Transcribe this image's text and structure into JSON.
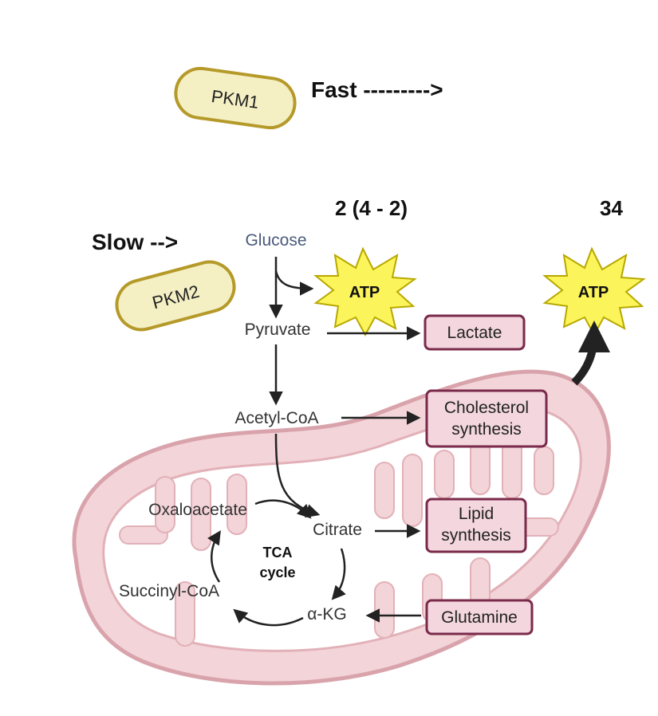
{
  "enzymes": {
    "pkm1": "PKM1",
    "pkm2": "PKM2",
    "pkm1_speed": "Fast --------->",
    "pkm2_speed": "Slow -->"
  },
  "atp": {
    "glycolysis_count": "2 (4 - 2)",
    "oxidative_count": "34",
    "label_left": "ATP",
    "label_right": "ATP"
  },
  "metabolites": {
    "glucose": "Glucose",
    "pyruvate": "Pyruvate",
    "acetyl_coa": "Acetyl-CoA",
    "oxaloacetate": "Oxaloacetate",
    "citrate": "Citrate",
    "succinyl_coa": "Succinyl-CoA",
    "akg": "α-KG",
    "tca_line1": "TCA",
    "tca_line2": "cycle"
  },
  "outputs": {
    "lactate": "Lactate",
    "cholesterol_line1": "Cholesterol",
    "cholesterol_line2": "synthesis",
    "lipid_line1": "Lipid",
    "lipid_line2": "synthesis",
    "glutamine": "Glutamine"
  },
  "colors": {
    "pill_fill": "#f4f0c4",
    "pill_stroke": "#b59a2a",
    "atp_fill": "#fbf45a",
    "atp_stroke": "#b8a800",
    "box_fill": "#f3d6de",
    "box_stroke": "#7a2a4a",
    "mito_fill": "#f3d4d8",
    "mito_stroke": "#d9a3ac",
    "glucose_text": "#4a5a7a"
  }
}
